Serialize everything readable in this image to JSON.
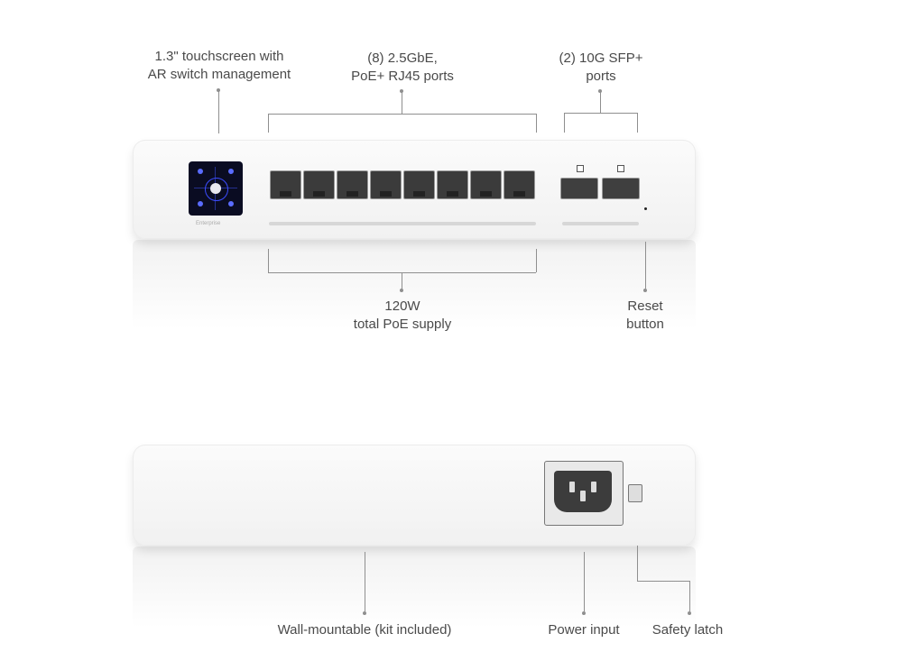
{
  "labels": {
    "touchscreen": [
      "1.3\" touchscreen with",
      "AR switch management"
    ],
    "rj45": [
      "(8) 2.5GbE,",
      "PoE+ RJ45 ports"
    ],
    "sfp": [
      "(2) 10G SFP+",
      "ports"
    ],
    "poe": [
      "120W",
      "total PoE supply"
    ],
    "reset": [
      "Reset",
      "button"
    ],
    "wall": "Wall-mountable (kit included)",
    "power": "Power input",
    "latch": "Safety latch"
  },
  "colors": {
    "accent_screen": "#0a0c22",
    "callout_line": "#8f8f8f"
  },
  "icons": [
    "touchscreen-icon",
    "rj45-port-icon",
    "sfp-port-icon",
    "power-socket-icon",
    "safety-latch-icon"
  ]
}
